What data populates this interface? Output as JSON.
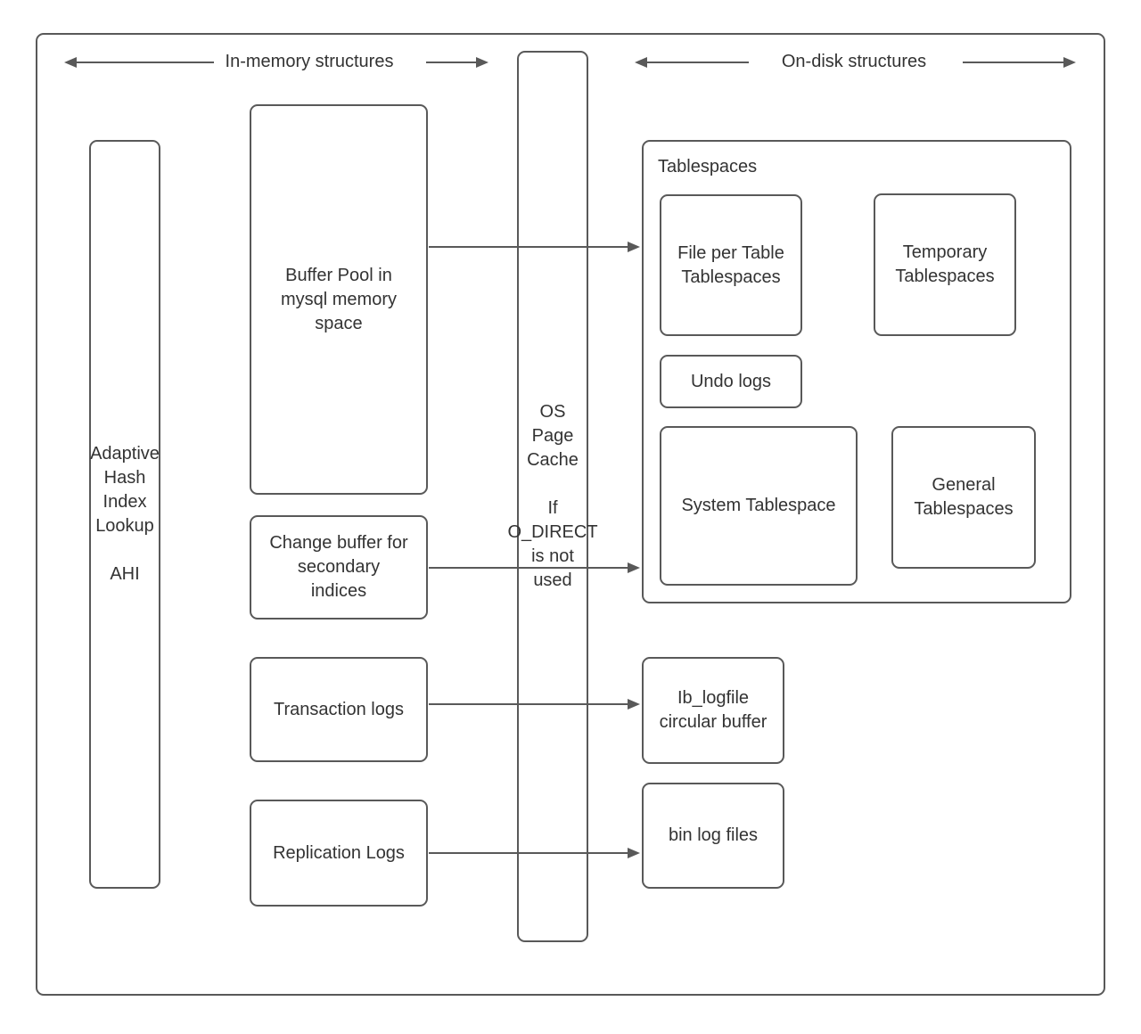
{
  "colors": {
    "stroke": "#595959",
    "text": "#333333",
    "background": "#ffffff"
  },
  "headers": {
    "in_memory": "In-memory structures",
    "on_disk": "On-disk structures"
  },
  "containers": {
    "tablespaces_label": "Tablespaces"
  },
  "nodes": {
    "ahi": {
      "lines": [
        "Adaptive",
        "Hash",
        "Index",
        "Lookup",
        "",
        "AHI"
      ]
    },
    "buffer_pool": {
      "lines": [
        "Buffer Pool in",
        "mysql memory",
        "space"
      ]
    },
    "change_buffer": {
      "lines": [
        "Change buffer for",
        "secondary",
        "indices"
      ]
    },
    "transaction_logs": {
      "lines": [
        "Transaction logs"
      ]
    },
    "replication_logs": {
      "lines": [
        "Replication Logs"
      ]
    },
    "os_page_cache": {
      "lines": [
        "OS",
        "Page",
        "Cache",
        "",
        "If",
        "O_DIRECT",
        "is not",
        "used"
      ]
    },
    "file_per_table": {
      "lines": [
        "File per Table",
        "Tablespaces"
      ]
    },
    "temporary_tablespaces": {
      "lines": [
        "Temporary",
        "Tablespaces"
      ]
    },
    "undo_logs": {
      "lines": [
        "Undo logs"
      ]
    },
    "system_tablespace": {
      "lines": [
        "System Tablespace"
      ]
    },
    "general_tablespaces": {
      "lines": [
        "General",
        "Tablespaces"
      ]
    },
    "ib_logfile": {
      "lines": [
        "Ib_logfile",
        "circular buffer"
      ]
    },
    "bin_log_files": {
      "lines": [
        "bin log files"
      ]
    }
  },
  "arrows": {
    "in_memory_left": "points-left",
    "in_memory_right": "points-right",
    "on_disk_left": "points-left",
    "on_disk_right": "points-right",
    "buffer_pool_to_tablespaces": "points-right",
    "change_buffer_to_tablespaces": "points-right",
    "transaction_logs_to_ib_logfile": "points-right",
    "replication_logs_to_bin_log_files": "points-right"
  }
}
